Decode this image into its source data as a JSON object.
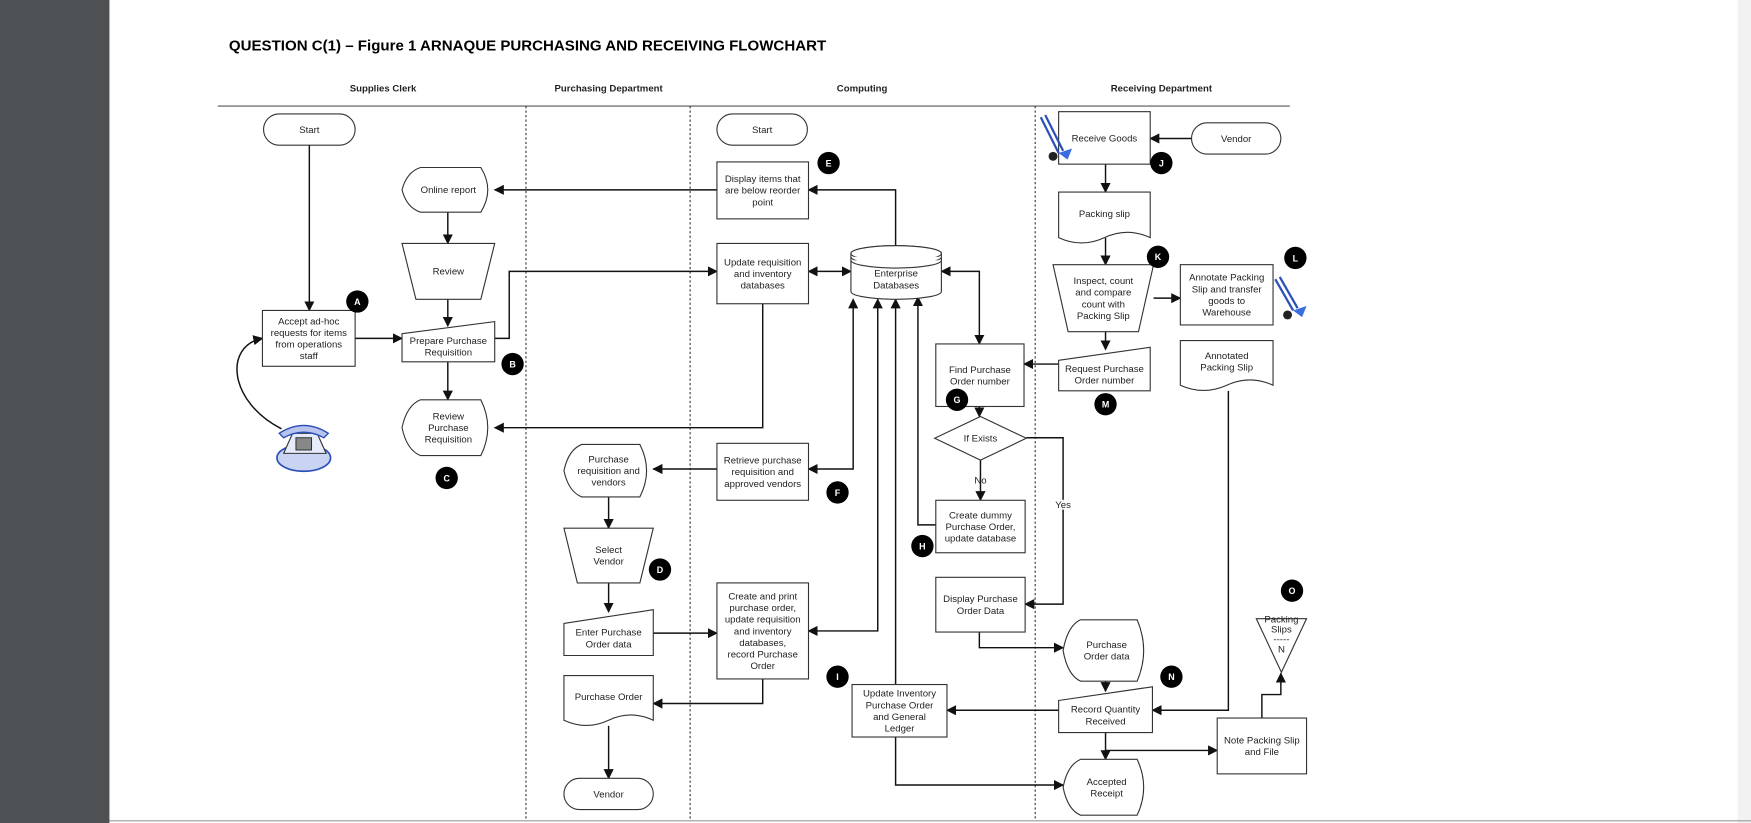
{
  "title": "QUESTION C(1) –  Figure 1 ARNAQUE PURCHASING AND RECEIVING FLOWCHART",
  "lanes": [
    "Supplies Clerk",
    "Purchasing Department",
    "Computing",
    "Receiving Department"
  ],
  "nodes": [
    {
      "id": "start-clerk",
      "shape": "terminator",
      "lines": [
        "Start"
      ]
    },
    {
      "id": "accept-requests",
      "shape": "process",
      "lines": [
        "Accept ad-hoc",
        "requests for items",
        "from operations",
        "staff"
      ]
    },
    {
      "id": "online-report",
      "shape": "display",
      "lines": [
        "Online report"
      ]
    },
    {
      "id": "review",
      "shape": "manual-operation",
      "lines": [
        "Review"
      ]
    },
    {
      "id": "prepare-requisition",
      "shape": "manual-input",
      "lines": [
        "Prepare Purchase",
        "Requisition"
      ]
    },
    {
      "id": "review-requisition",
      "shape": "display",
      "lines": [
        "Review",
        "Purchase",
        "Requisition"
      ]
    },
    {
      "id": "requisition-vendors",
      "shape": "display",
      "lines": [
        "Purchase",
        "requisition and",
        "vendors"
      ]
    },
    {
      "id": "select-vendor",
      "shape": "manual-operation",
      "lines": [
        "Select",
        "Vendor"
      ]
    },
    {
      "id": "enter-po",
      "shape": "manual-input",
      "lines": [
        "Enter Purchase",
        "Order data"
      ]
    },
    {
      "id": "purchase-order",
      "shape": "document",
      "lines": [
        "Purchase Order"
      ]
    },
    {
      "id": "vendor-purchasing",
      "shape": "terminator",
      "lines": [
        "Vendor"
      ]
    },
    {
      "id": "start-computing",
      "shape": "terminator",
      "lines": [
        "Start"
      ]
    },
    {
      "id": "display-items",
      "shape": "process",
      "lines": [
        "Display items that",
        "are below reorder",
        "point"
      ]
    },
    {
      "id": "update-requisition",
      "shape": "process",
      "lines": [
        "Update requisition",
        "and inventory",
        "databases"
      ]
    },
    {
      "id": "enterprise-db",
      "shape": "database",
      "lines": [
        "Enterprise",
        "Databases"
      ]
    },
    {
      "id": "retrieve",
      "shape": "process",
      "lines": [
        "Retrieve purchase",
        "requisition and",
        "approved vendors"
      ]
    },
    {
      "id": "create-print",
      "shape": "process",
      "lines": [
        "Create and print",
        "purchase order,",
        "update requisition",
        "and inventory",
        "databases,",
        "record Purchase",
        "Order"
      ]
    },
    {
      "id": "update-inventory",
      "shape": "process",
      "lines": [
        "Update Inventory",
        "Purchase Order",
        "and General",
        "Ledger"
      ]
    },
    {
      "id": "find-po",
      "shape": "process",
      "lines": [
        "Find Purchase",
        "Order number"
      ]
    },
    {
      "id": "if-exists",
      "shape": "decision",
      "lines": [
        "If Exists"
      ]
    },
    {
      "id": "create-dummy",
      "shape": "process",
      "lines": [
        "Create dummy",
        "Purchase Order,",
        "update database"
      ]
    },
    {
      "id": "display-po",
      "shape": "process",
      "lines": [
        "Display Purchase",
        "Order Data"
      ]
    },
    {
      "id": "receive-goods",
      "shape": "process",
      "lines": [
        "Receive Goods"
      ]
    },
    {
      "id": "vendor-receiving",
      "shape": "terminator",
      "lines": [
        "Vendor"
      ]
    },
    {
      "id": "packing-slip",
      "shape": "document",
      "lines": [
        "Packing slip"
      ]
    },
    {
      "id": "inspect",
      "shape": "manual-operation",
      "lines": [
        "Inspect, count",
        "and compare",
        "count with",
        "Packing Slip"
      ]
    },
    {
      "id": "annotate",
      "shape": "process",
      "lines": [
        "Annotate Packing",
        "Slip and transfer",
        "goods to",
        "Warehouse"
      ]
    },
    {
      "id": "annotated-slip",
      "shape": "document",
      "lines": [
        "Annotated",
        "Packing Slip"
      ]
    },
    {
      "id": "request-po",
      "shape": "manual-input",
      "lines": [
        "Request Purchase",
        "Order number"
      ]
    },
    {
      "id": "po-data",
      "shape": "display",
      "lines": [
        "Purchase",
        "Order data"
      ]
    },
    {
      "id": "record-quantity",
      "shape": "manual-input",
      "lines": [
        "Record Quantity",
        "Received"
      ]
    },
    {
      "id": "note-file",
      "shape": "process",
      "lines": [
        "Note Packing Slip",
        "and File"
      ]
    },
    {
      "id": "accepted-receipt",
      "shape": "display",
      "lines": [
        "Accepted",
        "Receipt"
      ]
    },
    {
      "id": "packing-slips-file",
      "shape": "offline-storage",
      "lines": [
        "Packing",
        "Slips",
        "-----",
        "N"
      ]
    }
  ],
  "edge_labels": {
    "no": "No",
    "yes": "Yes"
  },
  "markers": [
    "A",
    "B",
    "C",
    "D",
    "E",
    "F",
    "G",
    "H",
    "I",
    "J",
    "K",
    "L",
    "M",
    "N",
    "O"
  ],
  "icons": [
    "telephone-icon",
    "hand-truck-icon",
    "hand-truck-icon"
  ]
}
